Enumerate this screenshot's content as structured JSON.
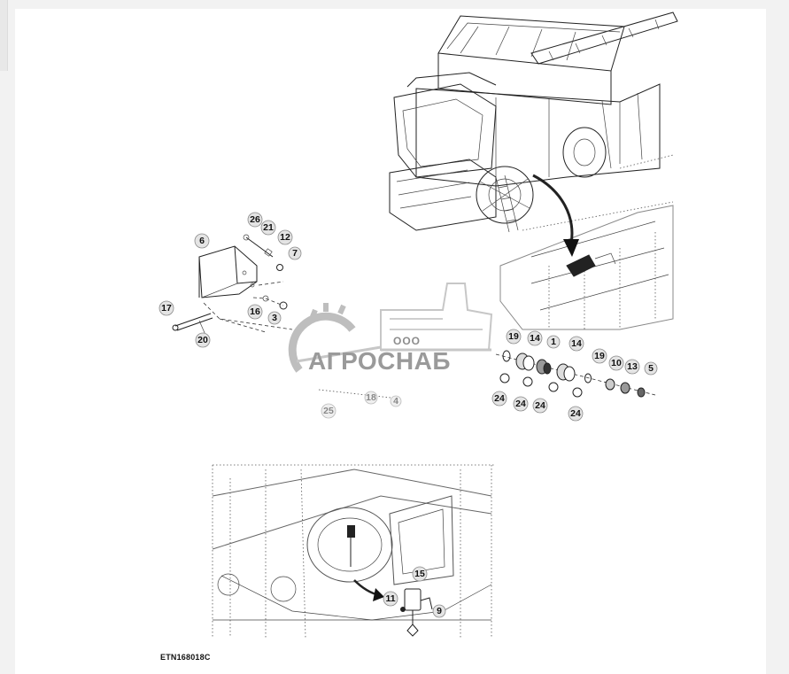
{
  "figure": {
    "id_label": "ETN168018C"
  },
  "watermark": {
    "company": "ООО",
    "brand": "АГРОСНАБ"
  },
  "callouts": {
    "c26": "26",
    "c21": "21",
    "c12": "12",
    "c7": "7",
    "c6": "6",
    "c16": "16",
    "c3": "3",
    "c17": "17",
    "c20": "20",
    "c19a": "19",
    "c14a": "14",
    "c1": "1",
    "c14b": "14",
    "c19b": "19",
    "c10": "10",
    "c13": "13",
    "c5": "5",
    "c24a": "24",
    "c24b": "24",
    "c24c": "24",
    "c24d": "24",
    "c25": "25",
    "c18": "18",
    "c4": "4",
    "c15": "15",
    "c11": "11",
    "c9": "9"
  },
  "colors": {
    "callout_fill": "#e4e4e4",
    "line": "#222222",
    "watermark": "#9a9a9a"
  }
}
